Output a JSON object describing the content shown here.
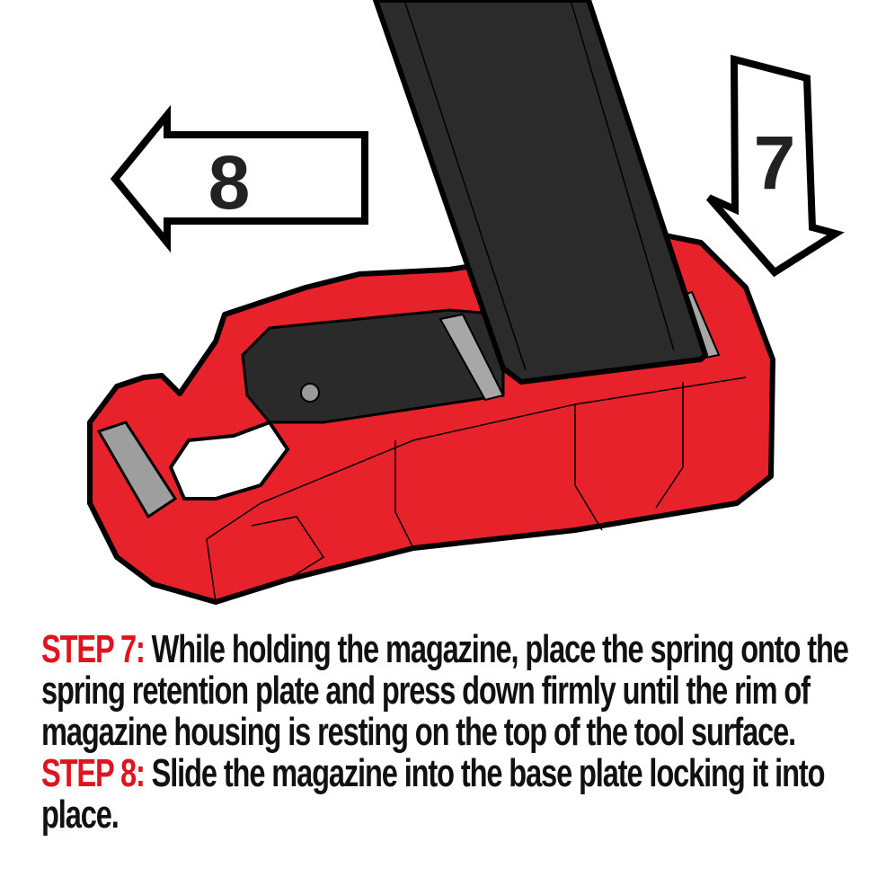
{
  "illustration": {
    "arrow_left_label": "8",
    "arrow_down_label": "7",
    "colors": {
      "tool_red": "#e8222b",
      "magazine_dark": "#2b2b2b",
      "metal_gray": "#a7a7a7",
      "outline": "#000000"
    }
  },
  "caption": {
    "step7_label": "STEP 7:",
    "step7_text": " While holding the magazine, place the spring onto the spring retention plate and press down firmly until the rim of magazine housing is resting on the top of the tool surface. ",
    "step8_label": "STEP 8:",
    "step8_text": " Slide the magazine into the base plate locking it into place.",
    "accent_color": "#e0141e"
  }
}
